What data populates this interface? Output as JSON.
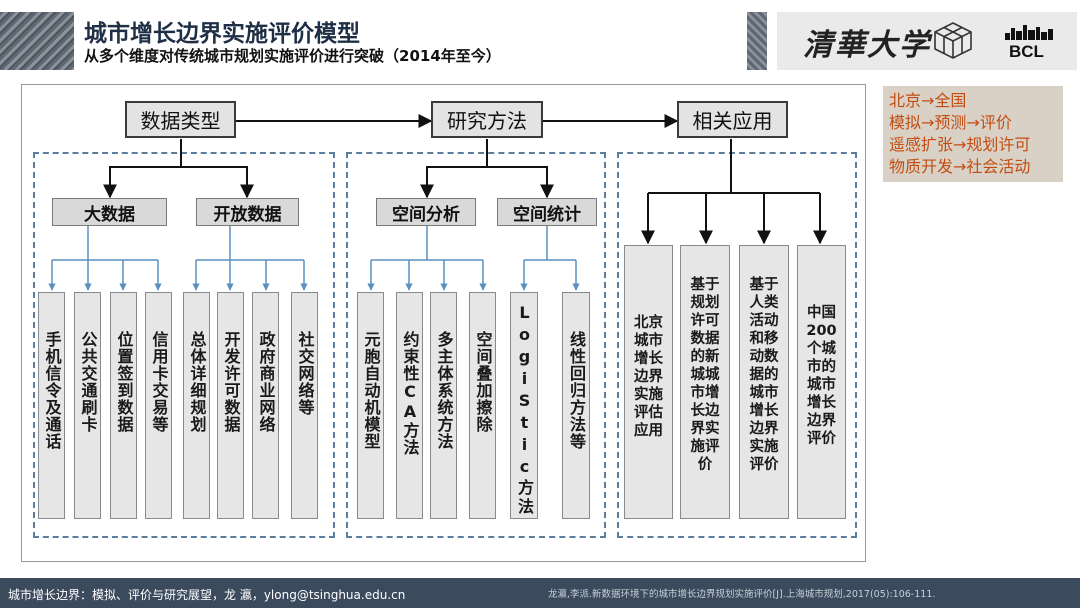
{
  "header": {
    "title": "城市增长边界实施评价模型",
    "subtitle": "从多个维度对传统城市规划实施评价进行突破（2014年至今）",
    "logo_university": "清華大学",
    "logo_lab": "BCL"
  },
  "diagram": {
    "top_nodes": [
      "数据类型",
      "研究方法",
      "相关应用"
    ],
    "data_types": {
      "groups": [
        "大数据",
        "开放数据"
      ],
      "big_data_items": [
        "手机信令及通话",
        "公共交通刷卡",
        "位置签到数据",
        "信用卡交易等"
      ],
      "open_data_items": [
        "总体详细规划",
        "开发许可数据",
        "政府商业网络",
        "社交网络等"
      ]
    },
    "methods": {
      "groups": [
        "空间分析",
        "空间统计"
      ],
      "spatial_analysis_items": [
        "元胞自动机模型",
        "约束性CA方法",
        "多主体系统方法",
        "空间叠加擦除"
      ],
      "spatial_stats_items": [
        "LogiStic方法",
        "线性回归方法等"
      ]
    },
    "applications": [
      [
        "北京",
        "城市",
        "增长",
        "边界",
        "实施",
        "评估",
        "应用"
      ],
      [
        "基于",
        "规划",
        "许可",
        "数据",
        "的新",
        "城城",
        "市增",
        "长边",
        "界实",
        "施评",
        "价"
      ],
      [
        "基于",
        "人类",
        "活动",
        "和移",
        "动数",
        "据的",
        "城市",
        "增长",
        "边界",
        "实施",
        "评价"
      ],
      [
        "中国",
        "200",
        "个城",
        "市的",
        "城市",
        "增长",
        "边界",
        "评价"
      ]
    ]
  },
  "notes": [
    "北京→全国",
    "模拟→预测→评价",
    "遥感扩张→规划许可",
    "物质开发→社会活动"
  ],
  "footer": {
    "left": "城市增长边界：模拟、评价与研究展望，龙 瀛，ylong@tsinghua.edu.cn",
    "citation": "龙瀛,李派.新数据环境下的城市增长边界规划实施评价[J].上海城市规划,2017(05):106-111."
  },
  "colors": {
    "title": "#1f2f46",
    "footer_bg": "#3b4a5d",
    "dashed_border": "#5b7da0",
    "note_text": "#c24d12",
    "note_bg": "#d9d1c6"
  }
}
